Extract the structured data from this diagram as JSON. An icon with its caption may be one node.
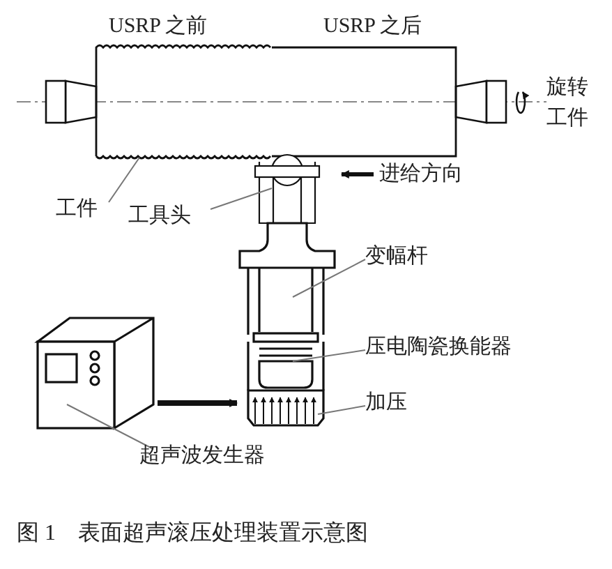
{
  "diagram": {
    "caption": "图 1　表面超声滚压处理装置示意图",
    "nodes": [
      {
        "text": [
          "工件"
        ]
      },
      {
        "text": [],
        "shape": "cylinder"
      },
      {
        "text": [
          "工具头"
        ]
      },
      {
        "text": [],
        "shape": "circle"
      },
      {
        "text": [
          "变幅杆"
        ]
      },
      {
        "text": [],
        "shape": "box"
      },
      {
        "text": [
          "压电陶瓷换能器"
        ]
      },
      {
        "text": [],
        "shape": "box"
      },
      {
        "text": [
          "加压"
        ]
      },
      {
        "text": [],
        "shape": "box"
      },
      {
        "text": [
          "超声波发生器"
        ]
      },
      {
        "text": [],
        "shape": "box"
      }
    ],
    "edges": [
      {
        "from": 0,
        "to": 1,
        "arrow": "none"
      },
      {
        "from": 2,
        "to": 3,
        "arrow": "none"
      },
      {
        "from": 4,
        "to": 5,
        "arrow": "none"
      },
      {
        "from": 6,
        "to": 7,
        "arrow": "none"
      },
      {
        "from": 8,
        "to": 9,
        "arrow": "none"
      },
      {
        "from": 10,
        "to": 11,
        "arrow": "none"
      },
      {
        "from": 11,
        "to": 9,
        "arrow": "to",
        "style": "thick",
        "color": "#111111"
      }
    ],
    "labels": [
      "USRP 之前",
      "USRP 之后",
      "旋转工件",
      "进给方向"
    ]
  }
}
